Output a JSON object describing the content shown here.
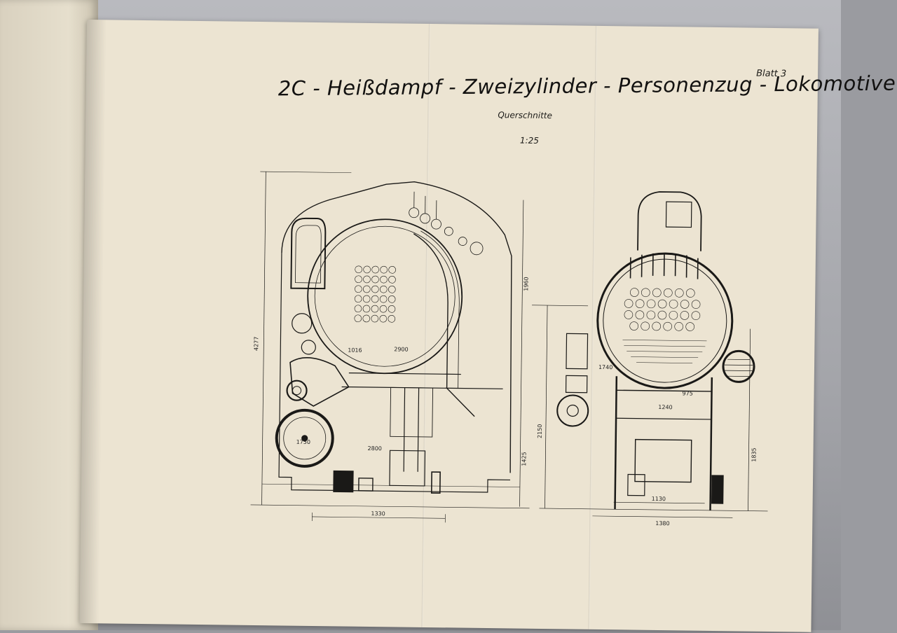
{
  "document": {
    "sheet_label": "Blatt 3",
    "title": "2C - Heißdampf - Zweizylinder - Personenzug - Lokomotive",
    "subtitle": "Querschnitte",
    "scale": "1:25"
  },
  "left_section": {
    "dims": {
      "height_total": "4277",
      "height_upper": "1960",
      "height_lower": "1425",
      "width_bottom": "1330",
      "label_1016": "1016",
      "label_2900": "2900",
      "label_2800": "2800",
      "label_1750": "1750"
    }
  },
  "right_section": {
    "dims": {
      "height_left": "2150",
      "height_right": "1835",
      "width_bottom": "1380",
      "width_inner": "1130",
      "label_1240": "1240",
      "label_975": "975",
      "label_1740": "1740"
    }
  },
  "colors": {
    "paper": "#ece4d2",
    "ink": "#1a1917",
    "background": "#a4a5aa"
  }
}
